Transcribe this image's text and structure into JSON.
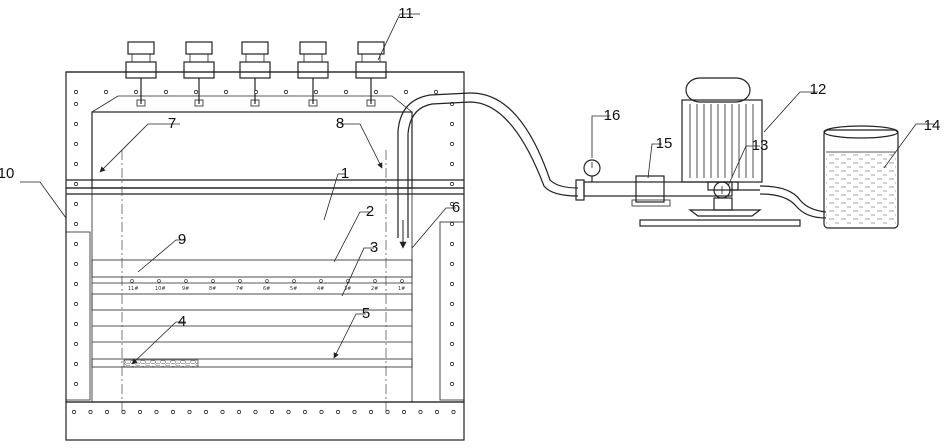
{
  "callouts": [
    {
      "id": "1",
      "text": "1"
    },
    {
      "id": "2",
      "text": "2"
    },
    {
      "id": "3",
      "text": "3"
    },
    {
      "id": "4",
      "text": "4"
    },
    {
      "id": "5",
      "text": "5"
    },
    {
      "id": "6",
      "text": "6"
    },
    {
      "id": "7",
      "text": "7"
    },
    {
      "id": "8",
      "text": "8"
    },
    {
      "id": "9",
      "text": "9"
    },
    {
      "id": "10",
      "text": "10"
    },
    {
      "id": "11",
      "text": "11"
    },
    {
      "id": "12",
      "text": "12"
    },
    {
      "id": "13",
      "text": "13"
    },
    {
      "id": "14",
      "text": "14"
    },
    {
      "id": "15",
      "text": "15"
    },
    {
      "id": "16",
      "text": "16"
    }
  ],
  "sensor_labels": [
    "11#",
    "10#",
    "9#",
    "8#",
    "7#",
    "6#",
    "5#",
    "4#",
    "3#",
    "2#",
    "1#"
  ],
  "colors": {
    "line": "#222222",
    "dark_band": "#666666",
    "fill_dots": "#999999"
  }
}
